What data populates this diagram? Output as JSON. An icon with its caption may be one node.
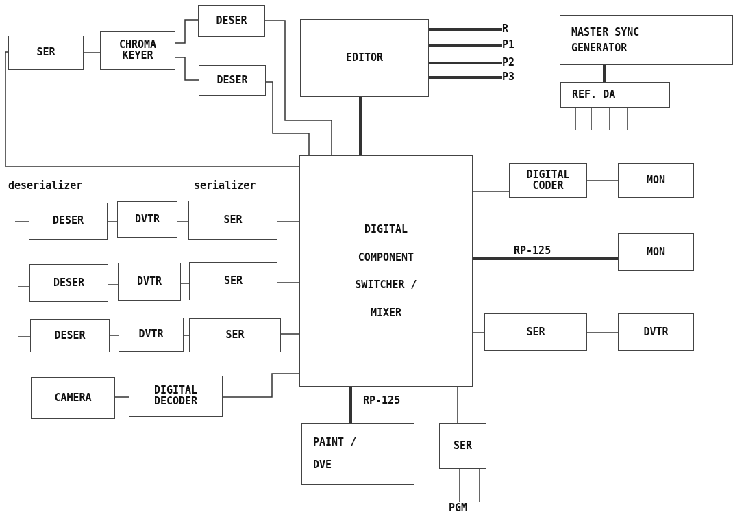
{
  "diagram": {
    "nodes": [
      {
        "text": [
          "SER"
        ]
      },
      {
        "text": [
          "CHROMA KEYER"
        ]
      },
      {
        "text": [
          "DESER"
        ]
      },
      {
        "text": [
          "DESER"
        ]
      },
      {
        "text": [
          "EDITOR"
        ]
      },
      {
        "text": [
          "MASTER SYNC GENERATOR"
        ]
      },
      {
        "text": [
          "REF. DA"
        ]
      },
      {
        "text": [
          "DIGITAL COMPONENT SWITCHER / MIXER"
        ]
      },
      {
        "text": [
          "DIGITAL CODER"
        ]
      },
      {
        "text": [
          "MON"
        ]
      },
      {
        "text": [
          "MON"
        ]
      },
      {
        "text": [
          "DESER"
        ]
      },
      {
        "text": [
          "DVTR"
        ]
      },
      {
        "text": [
          "SER"
        ]
      },
      {
        "text": [
          "DESER"
        ]
      },
      {
        "text": [
          "DVTR"
        ]
      },
      {
        "text": [
          "SER"
        ]
      },
      {
        "text": [
          "DESER"
        ]
      },
      {
        "text": [
          "DVTR"
        ]
      },
      {
        "text": [
          "SER"
        ]
      },
      {
        "text": [
          "CAMERA"
        ]
      },
      {
        "text": [
          "DIGITAL DECODER"
        ]
      },
      {
        "text": [
          "SER"
        ]
      },
      {
        "text": [
          "DVTR"
        ]
      },
      {
        "text": [
          "PAINT / DVE"
        ]
      },
      {
        "text": [
          "SER"
        ]
      },
      {
        "text": [
          "R"
        ]
      },
      {
        "text": [
          "P1"
        ]
      },
      {
        "text": [
          "P2"
        ]
      },
      {
        "text": [
          "P3"
        ]
      },
      {
        "text": [
          "PGM"
        ]
      }
    ],
    "edges": [
      {
        "from": 0,
        "to": 1,
        "arrow": "none"
      },
      {
        "from": 1,
        "to": 2,
        "arrow": "none"
      },
      {
        "from": 1,
        "to": 3,
        "arrow": "none"
      },
      {
        "from": 2,
        "to": 7,
        "arrow": "none"
      },
      {
        "from": 3,
        "to": 7,
        "arrow": "none"
      },
      {
        "from": 0,
        "to": 7,
        "arrow": "none"
      },
      {
        "from": 4,
        "to": 7,
        "arrow": "none",
        "style": "thick"
      },
      {
        "from": 4,
        "to": 26,
        "arrow": "none",
        "style": "thick"
      },
      {
        "from": 4,
        "to": 27,
        "arrow": "none",
        "style": "thick"
      },
      {
        "from": 4,
        "to": 28,
        "arrow": "none",
        "style": "thick"
      },
      {
        "from": 4,
        "to": 29,
        "arrow": "none",
        "style": "thick"
      },
      {
        "from": 5,
        "to": 6,
        "arrow": "none",
        "style": "thick"
      },
      {
        "from": 6,
        "to": null,
        "arrow": "none"
      },
      {
        "from": 6,
        "to": null,
        "arrow": "none"
      },
      {
        "from": 6,
        "to": null,
        "arrow": "none"
      },
      {
        "from": 6,
        "to": null,
        "arrow": "none"
      },
      {
        "from": 7,
        "to": 8,
        "arrow": "none"
      },
      {
        "from": 8,
        "to": 9,
        "arrow": "none"
      },
      {
        "from": 7,
        "to": 10,
        "arrow": "none",
        "label": "RP-125",
        "style": "thick"
      },
      {
        "from": null,
        "to": 11,
        "arrow": "none"
      },
      {
        "from": 11,
        "to": 12,
        "arrow": "none"
      },
      {
        "from": 12,
        "to": 13,
        "arrow": "none"
      },
      {
        "from": 13,
        "to": 7,
        "arrow": "none"
      },
      {
        "from": null,
        "to": 14,
        "arrow": "none"
      },
      {
        "from": 14,
        "to": 15,
        "arrow": "none"
      },
      {
        "from": 15,
        "to": 16,
        "arrow": "none"
      },
      {
        "from": 16,
        "to": 7,
        "arrow": "none"
      },
      {
        "from": null,
        "to": 17,
        "arrow": "none"
      },
      {
        "from": 17,
        "to": 18,
        "arrow": "none"
      },
      {
        "from": 18,
        "to": 19,
        "arrow": "none"
      },
      {
        "from": 19,
        "to": 7,
        "arrow": "none"
      },
      {
        "from": 20,
        "to": 21,
        "arrow": "none"
      },
      {
        "from": 21,
        "to": 7,
        "arrow": "none"
      },
      {
        "from": 7,
        "to": 22,
        "arrow": "none"
      },
      {
        "from": 22,
        "to": 23,
        "arrow": "none"
      },
      {
        "from": 7,
        "to": 24,
        "arrow": "none",
        "label": "RP-125",
        "style": "thick"
      },
      {
        "from": 7,
        "to": 25,
        "arrow": "none"
      },
      {
        "from": 25,
        "to": 30,
        "arrow": "none"
      },
      {
        "from": 25,
        "to": 30,
        "arrow": "none"
      }
    ],
    "labels": [
      "deserializer",
      "serializer"
    ]
  }
}
